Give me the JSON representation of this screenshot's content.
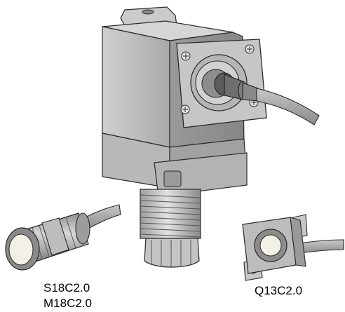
{
  "captions": {
    "cylindrical_model_line1": "S18C2.0",
    "cylindrical_model_line2": "M18C2.0",
    "rectangular_model": "Q13C2.0"
  }
}
